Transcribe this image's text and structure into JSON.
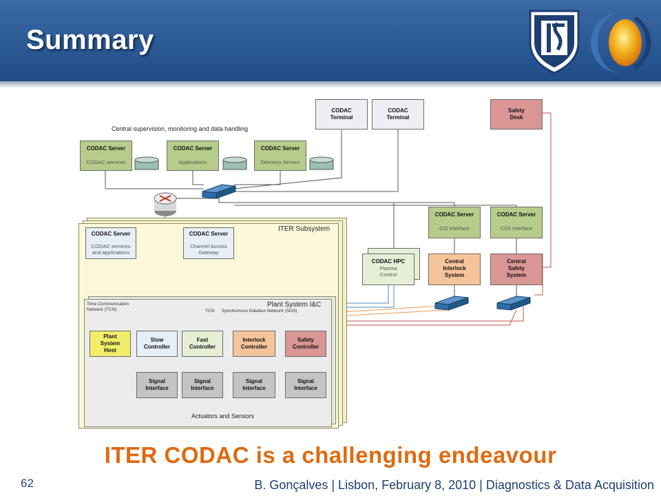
{
  "slide": {
    "title": "Summary",
    "tagline": "ITER CODAC is a challenging endeavour",
    "page_number": "62",
    "footer": "B. Gonçalves | Lisbon, February 8, 2010 | Diagnostics & Data Acquisition"
  },
  "diagram": {
    "central_label": "Central supervision, monitoring and data handling",
    "terminal_1": {
      "title": "CODAC",
      "sub": "Terminal"
    },
    "terminal_2": {
      "title": "CODAC",
      "sub": "Terminal"
    },
    "safety_desk": {
      "title": "Safety",
      "sub": "Desk"
    },
    "server_codac_services": {
      "title": "CODAC Server",
      "sub": "CODAC services"
    },
    "server_applications": {
      "title": "CODAC Server",
      "sub": "Applications"
    },
    "server_directory": {
      "title": "CODAC Server",
      "sub": "Directory Service"
    },
    "server_cis": {
      "title": "CODAC Server",
      "sub": "CIS Interface"
    },
    "server_css": {
      "title": "CODAC Server",
      "sub": "CSS Interface"
    },
    "iter_subsystem_label": "ITER Subsystem",
    "sub_server_1": {
      "title": "CODAC Server",
      "sub1": "CODAC services",
      "sub2": "and applications"
    },
    "sub_server_2": {
      "title": "CODAC Server",
      "sub1": "Channel Access",
      "sub2": "Gateway"
    },
    "hpc": {
      "title": "CODAC HPC",
      "sub1": "Plasma",
      "sub2": "Control"
    },
    "central_interlock": {
      "l1": "Central",
      "l2": "Interlock",
      "l3": "System"
    },
    "central_safety": {
      "l1": "Central",
      "l2": "Safety",
      "l3": "System"
    },
    "plant_system_label": "Plant System I&C",
    "tcn_label_1": "Time Communication",
    "tcn_label_2": "Network (TCN)",
    "tcn_short": "TCN",
    "sdn_label": "Synchronous Databus Network (SDN)",
    "plant_host": {
      "l1": "Plant",
      "l2": "System",
      "l3": "Host"
    },
    "slow_controller": {
      "l1": "Slow",
      "l2": "Controller"
    },
    "fast_controller": {
      "l1": "Fast",
      "l2": "Controller"
    },
    "interlock_controller": {
      "l1": "Interlock",
      "l2": "Controller"
    },
    "safety_controller": {
      "l1": "Safety",
      "l2": "Controller"
    },
    "signal_interface": {
      "l1": "Signal",
      "l2": "Interface"
    },
    "actuators_label": "Actuators and Sensors"
  },
  "colors": {
    "header_blue": "#2a5b98",
    "tagline_orange": "#e06a10",
    "server_green": "#b7cc8a",
    "interlock_orange": "#f6c49a",
    "safety_red": "#d99694"
  }
}
